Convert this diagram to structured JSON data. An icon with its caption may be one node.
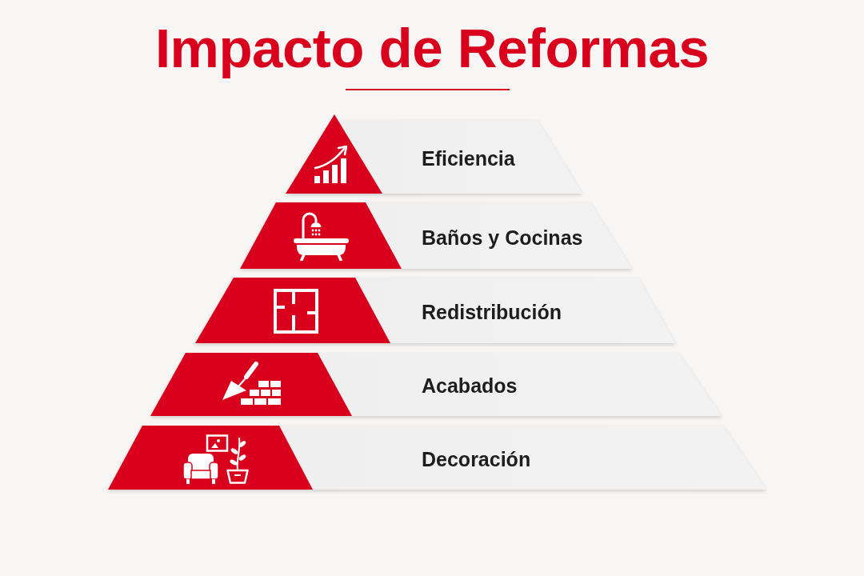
{
  "diagram": {
    "title": "Impacto de Reformas",
    "nodes": [
      {
        "text": [
          "Eficiencia"
        ]
      },
      {
        "text": [
          "Baños y Cocinas"
        ]
      },
      {
        "text": [
          "Redistribución"
        ]
      },
      {
        "text": [
          "Acabados"
        ]
      },
      {
        "text": [
          "Decoración"
        ]
      }
    ]
  }
}
